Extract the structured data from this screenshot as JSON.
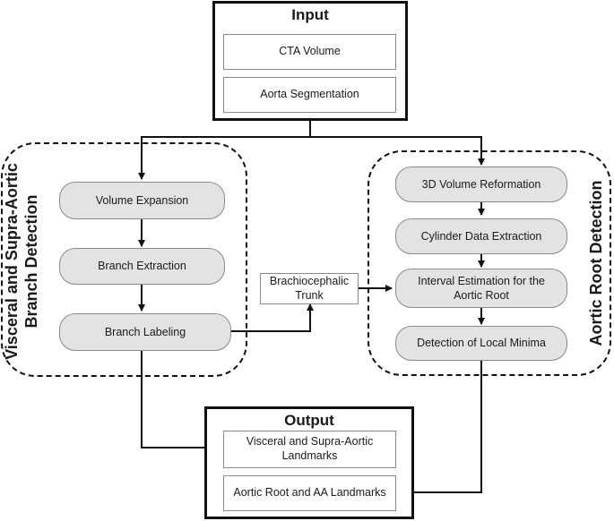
{
  "input": {
    "title": "Input",
    "items": [
      "CTA Volume",
      "Aorta Segmentation"
    ]
  },
  "left_group": {
    "label_line1": "Visceral and Supra-Aortic",
    "label_line2": "Branch Detection",
    "steps": [
      "Volume Expansion",
      "Branch Extraction",
      "Branch Labeling"
    ]
  },
  "right_group": {
    "label": "Aortic Root Detection",
    "steps": [
      "3D Volume Reformation",
      "Cylinder Data Extraction",
      "Interval Estimation for the Aortic Root",
      "Detection of Local Minima"
    ]
  },
  "middle_box": {
    "line1": "Brachiocephalic",
    "line2": "Trunk"
  },
  "output": {
    "title": "Output",
    "items": [
      "Visceral and Supra-Aortic Landmarks",
      "Aortic Root and AA Landmarks"
    ]
  }
}
